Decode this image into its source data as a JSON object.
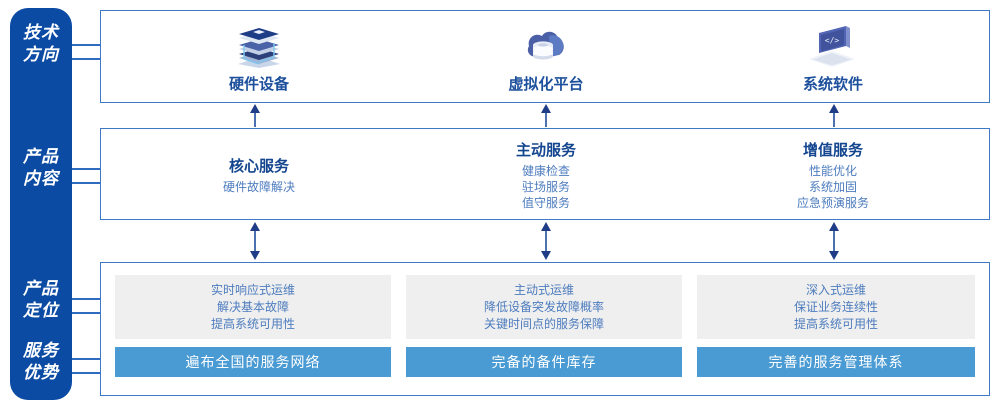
{
  "colors": {
    "rail_blue": "#0b4ba3",
    "panel_border": "#3f78c3",
    "title_blue": "#14468f",
    "body_blue": "#4d7cbe",
    "grey_box": "#efefef",
    "accent_bar": "#4a9bd4",
    "white": "#ffffff"
  },
  "rail": {
    "labels": [
      {
        "name": "tech-direction",
        "line1": "技术",
        "line2": "方向"
      },
      {
        "name": "product-content",
        "line1": "产品",
        "line2": "内容"
      },
      {
        "name": "product-position",
        "line1": "产品",
        "line2": "定位"
      },
      {
        "name": "service-advantage",
        "line1": "服务",
        "line2": "优势"
      }
    ]
  },
  "tech": {
    "columns": [
      {
        "icon": "server-stack-icon",
        "title": "硬件设备"
      },
      {
        "icon": "cloud-database-icon",
        "title": "虚拟化平台"
      },
      {
        "icon": "laptop-code-icon",
        "title": "系统软件"
      }
    ]
  },
  "content": {
    "columns": [
      {
        "title": "核心服务",
        "lines": [
          "硬件故障解决"
        ]
      },
      {
        "title": "主动服务",
        "lines": [
          "健康检查",
          "驻场服务",
          "值守服务"
        ]
      },
      {
        "title": "增值服务",
        "lines": [
          "性能优化",
          "系统加固",
          "应急预演服务"
        ]
      }
    ]
  },
  "bottom": {
    "positioning": [
      {
        "lines": [
          "实时响应式运维",
          "解决基本故障",
          "提高系统可用性"
        ]
      },
      {
        "lines": [
          "主动式运维",
          "降低设备突发故障概率",
          "关键时间点的服务保障"
        ]
      },
      {
        "lines": [
          "深入式运维",
          "保证业务连续性",
          "提高系统可用性"
        ]
      }
    ],
    "advantages": [
      {
        "label": "遍布全国的服务网络"
      },
      {
        "label": "完备的备件库存"
      },
      {
        "label": "完善的服务管理体系"
      }
    ]
  },
  "connectors": {
    "up_arrows": [
      "up-arrow-hardware",
      "up-arrow-virtualization",
      "up-arrow-software"
    ],
    "double_arrows": [
      "double-arrow-core",
      "double-arrow-proactive",
      "double-arrow-value"
    ]
  }
}
